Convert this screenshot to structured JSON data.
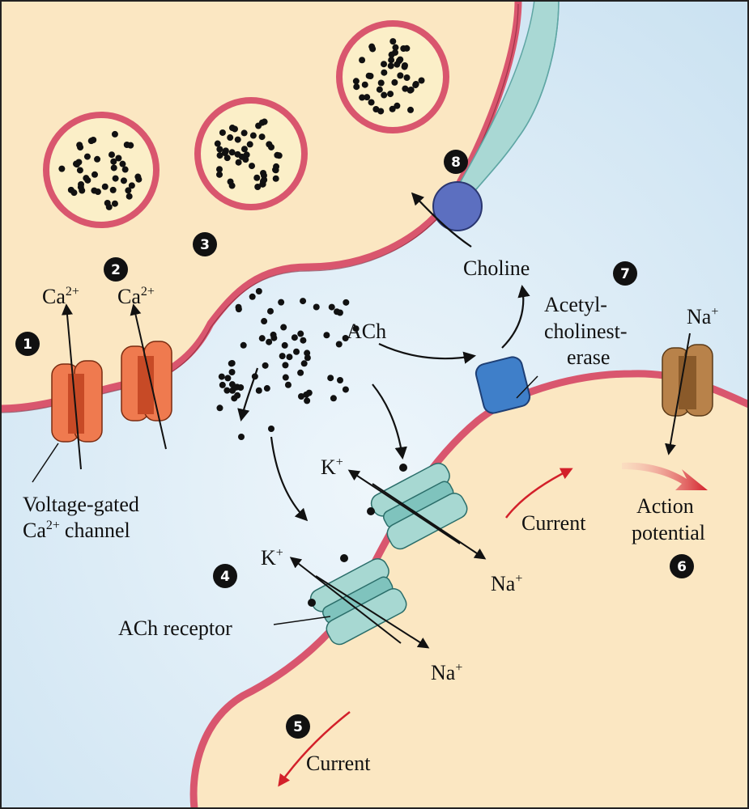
{
  "steps": [
    "1",
    "2",
    "3",
    "4",
    "5",
    "6",
    "7",
    "8"
  ],
  "labels": {
    "ca_left": "Ca",
    "ca_right": "Ca",
    "ca_charge": "2+",
    "voltage_gated_line1": "Voltage-gated",
    "voltage_gated_line2_pre": "Ca",
    "voltage_gated_line2_sup": "2+",
    "voltage_gated_line2_post": "channel",
    "ach": "ACh",
    "choline": "Choline",
    "ache_line1": "Acetyl-",
    "ache_line2": "cholinest-",
    "ache_line3": "erase",
    "na_top": "Na",
    "plus": "+",
    "k_upper": "K",
    "k_lower": "K",
    "na_upper": "Na",
    "na_lower": "Na",
    "current_right": "Current",
    "current_bottom": "Current",
    "action_line1": "Action",
    "action_line2": "potential",
    "ach_receptor": "ACh receptor"
  },
  "colors": {
    "terminal_fill": "#fbe7c2",
    "cleft_fill": "#d8eaf6",
    "membrane": "#d9566e",
    "vesicle_inner": "#fbefc8",
    "ca_channel": "#ef7a4f",
    "ach_receptor": "#a7d8d2",
    "na_channel": "#b8824a",
    "ache": "#3f7fc9",
    "transporter": "#5c6fc0",
    "current_arrow": "#d3202a",
    "glia": "#a9d8d4"
  }
}
